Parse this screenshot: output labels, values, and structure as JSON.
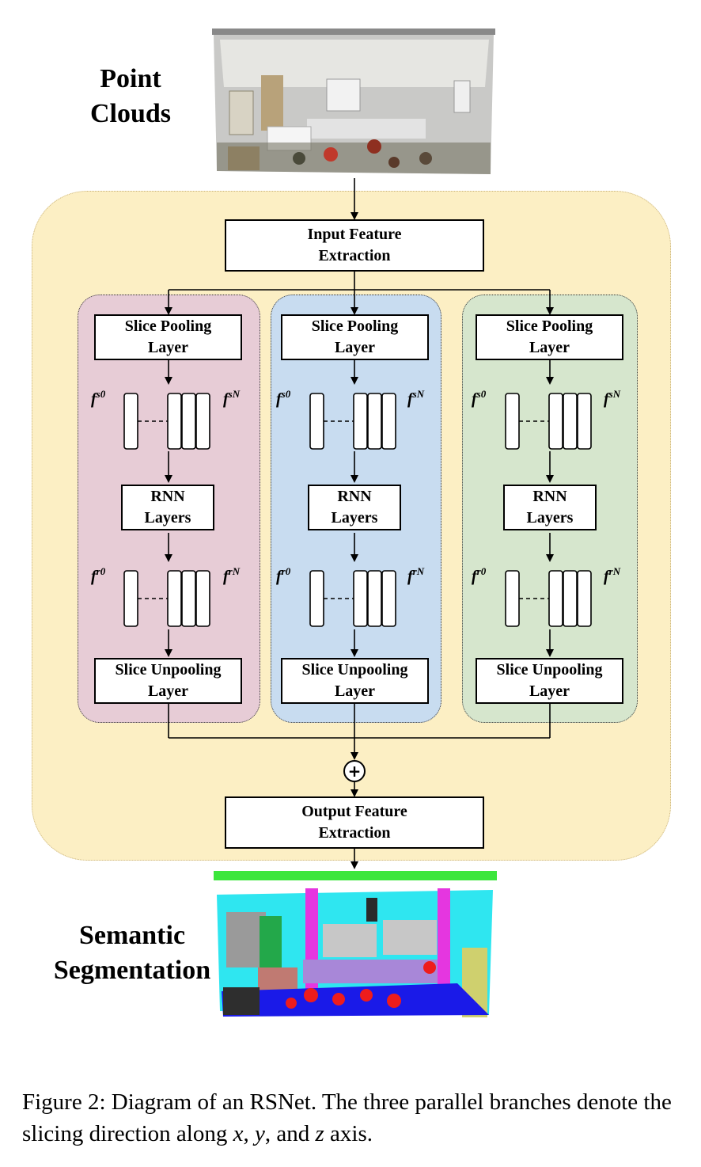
{
  "labels": {
    "point_clouds_line1": "Point",
    "point_clouds_line2": "Clouds",
    "semantic_line1": "Semantic",
    "semantic_line2": "Segmentation"
  },
  "boxes": {
    "input_line1": "Input Feature",
    "input_line2": "Extraction",
    "output_line1": "Output Feature",
    "output_line2": "Extraction",
    "pool_line1": "Slice Pooling",
    "pool_line2": "Layer",
    "rnn_line1": "RNN",
    "rnn_line2": "Layers",
    "unpool_line1": "Slice Unpooling",
    "unpool_line2": "Layer"
  },
  "feature_labels": {
    "s_base": "f",
    "s0_sup": "s0",
    "sN_sup": "sN",
    "r0_sup": "r0",
    "rN_sup": "rN"
  },
  "plus_symbol": "+",
  "colors": {
    "outer_panel": "#fcefc4",
    "branch_x": "#e7ccd6",
    "branch_y": "#c8dcf0",
    "branch_z": "#d6e6cd"
  },
  "caption": {
    "prefix": "Figure 2: Diagram of an RSNet. The three parallel branches denote the slicing direction along ",
    "x": "x",
    "sep1": ", ",
    "y": "y",
    "sep2": ", and ",
    "z": "z",
    "suffix": " axis."
  }
}
